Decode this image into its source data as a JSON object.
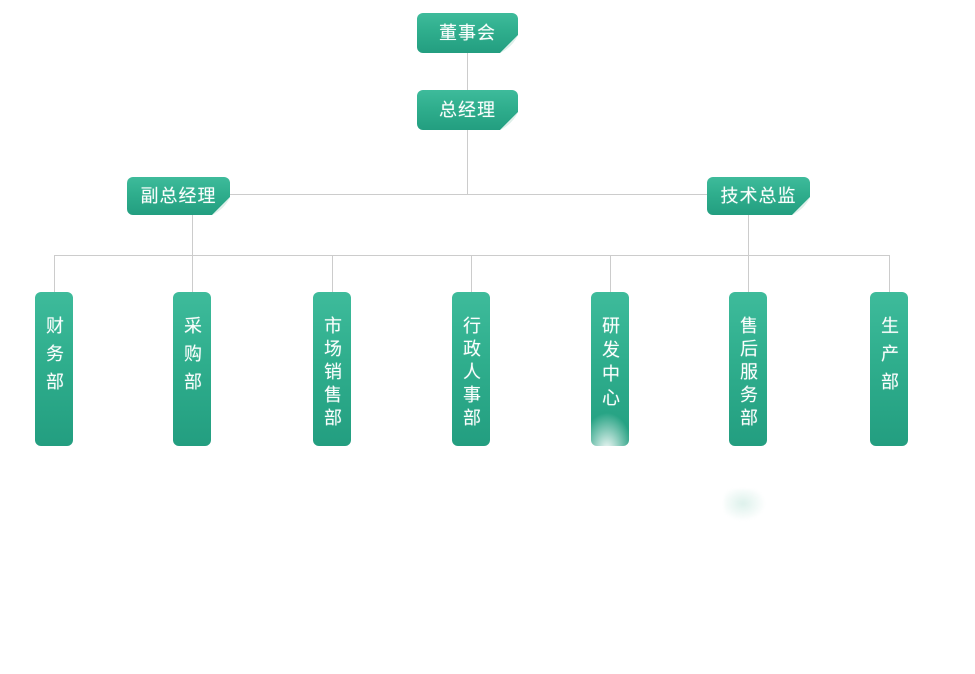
{
  "chart": {
    "type": "org-chart",
    "level1": {
      "label": "董事会"
    },
    "level2": {
      "label": "总经理"
    },
    "level3": [
      {
        "label": "副总经理"
      },
      {
        "label": "技术总监"
      }
    ],
    "level4": [
      {
        "label": "财务部"
      },
      {
        "label": "采购部"
      },
      {
        "label": "市场销售部"
      },
      {
        "label": "行政人事部"
      },
      {
        "label": "研发中心"
      },
      {
        "label": "售后服务部"
      },
      {
        "label": "生产部"
      }
    ],
    "edges": [
      [
        "董事会",
        "总经理"
      ],
      [
        "总经理",
        "副总经理"
      ],
      [
        "总经理",
        "技术总监"
      ],
      [
        "副总经理",
        "财务部"
      ],
      [
        "副总经理",
        "采购部"
      ],
      [
        "副总经理",
        "市场销售部"
      ],
      [
        "副总经理",
        "行政人事部"
      ],
      [
        "技术总监",
        "研发中心"
      ],
      [
        "技术总监",
        "售后服务部"
      ],
      [
        "技术总监",
        "生产部"
      ]
    ]
  },
  "colors": {
    "node_gradient_top": "#3ebb9b",
    "node_gradient_bottom": "#239e80",
    "connector": "#cccccc",
    "label_text": "#ffffff",
    "background": "#ffffff"
  }
}
